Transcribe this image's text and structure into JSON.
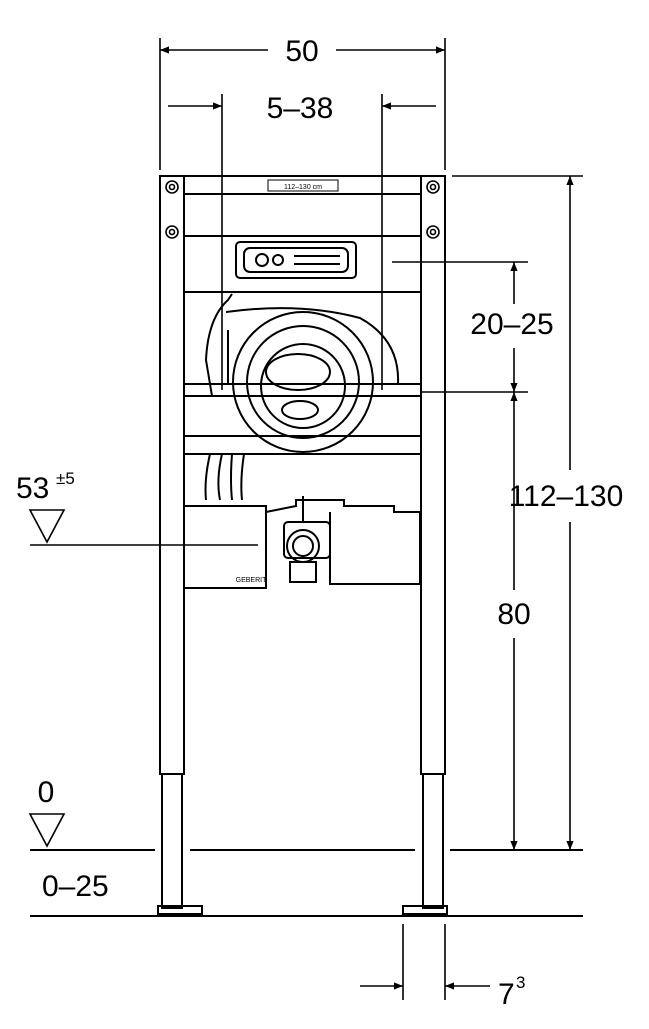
{
  "dimensions": {
    "overall_width": "50",
    "inner_adjust": "5–38",
    "cistern_adjust": "20–25",
    "total_height": "112–130",
    "bracket_height": "80",
    "connection_height": "53",
    "connection_tolerance": "±5",
    "floor_level": "0",
    "foot_range": "0–25",
    "offset_base": "7",
    "offset_sup": "3"
  },
  "labels": {
    "top_plate": "112–130 cm",
    "brand": "GEBERIT"
  }
}
